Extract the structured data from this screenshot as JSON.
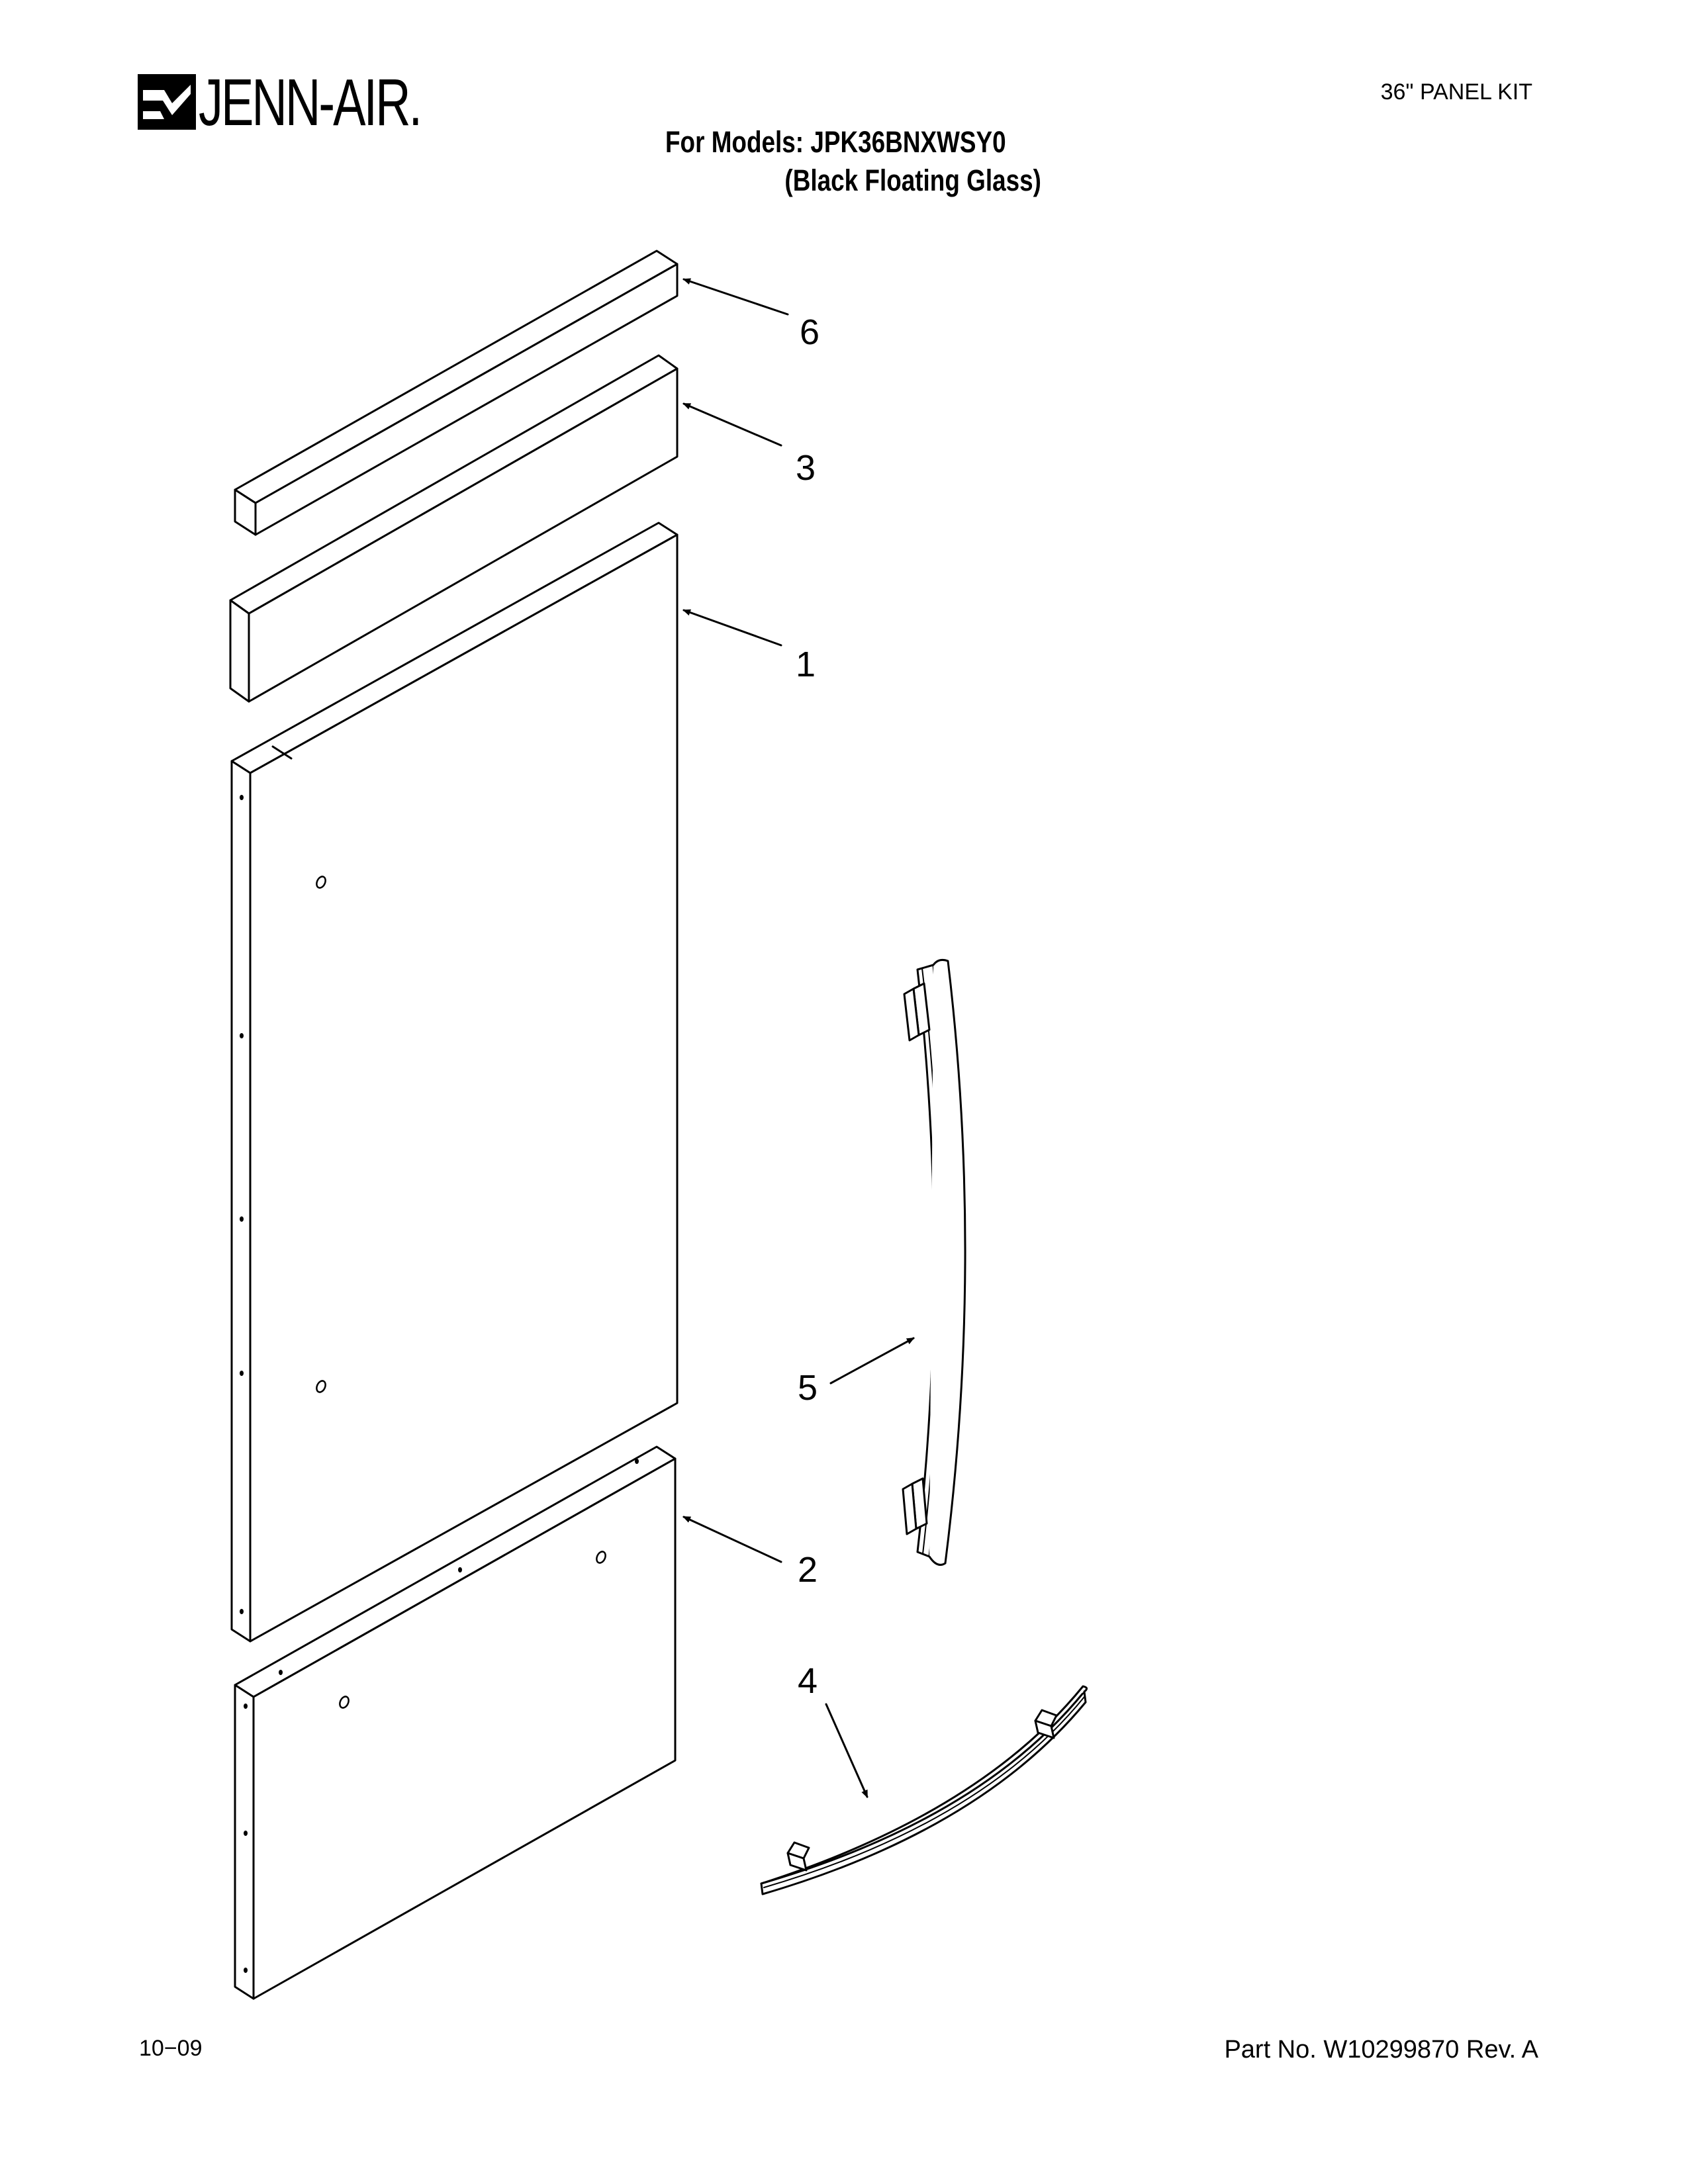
{
  "brand": {
    "logo_text": "JENN-AIR."
  },
  "header": {
    "kit_title": "36\" PANEL KIT",
    "models_line1": "For Models: JPK36BNXWSY0",
    "models_line2": "(Black Floating Glass)"
  },
  "callouts": [
    "6",
    "3",
    "1",
    "5",
    "2",
    "4"
  ],
  "footer": {
    "date": "10−09",
    "part_number": "Part No. W10299870 Rev. A"
  }
}
